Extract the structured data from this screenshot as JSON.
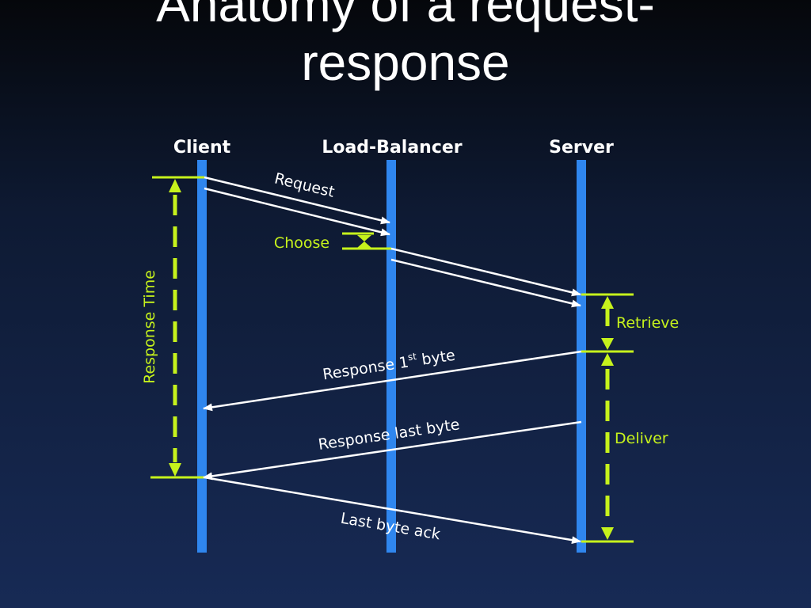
{
  "title": {
    "line1": "Anatomy of a request-",
    "line2": "response"
  },
  "columns": {
    "client": "Client",
    "load_balancer": "Load-Balancer",
    "server": "Server"
  },
  "messages": {
    "request": "Request",
    "response_first_prefix": "Response 1",
    "response_first_sup": "st",
    "response_first_suffix": " byte",
    "response_last": "Response last byte",
    "last_byte_ack": "Last byte ack"
  },
  "intervals": {
    "choose": "Choose",
    "retrieve": "Retrieve",
    "deliver": "Deliver",
    "response_time": "Response Time"
  },
  "colors": {
    "lifeline": "#2f86ee",
    "accent_green": "#c6f21c",
    "arrow": "#ffffff"
  }
}
